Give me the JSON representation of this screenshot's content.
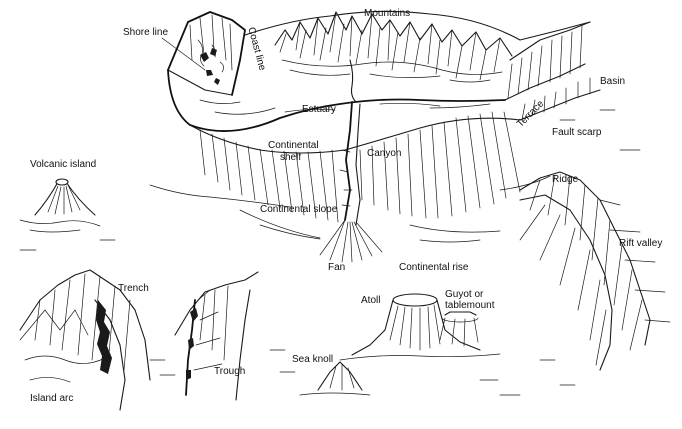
{
  "labels": {
    "mountains": "Mountains",
    "shore_line": "Shore line",
    "coast_line": "Coast line",
    "basin": "Basin",
    "estuary": "Estuary",
    "terrace": "Terrace",
    "fault_scarp": "Fault scarp",
    "continental_shelf_1": "Continental",
    "continental_shelf_2": "shelf",
    "canyon": "Canyon",
    "volcanic_island": "Volcanic island",
    "ridge": "Ridge",
    "continental_slope": "Continental slope",
    "rift_valley": "Rift valley",
    "fan": "Fan",
    "continental_rise": "Continental rise",
    "trench": "Trench",
    "atoll": "Atoll",
    "guyot_1": "Guyot or",
    "guyot_2": "tablemount",
    "sea_knoll": "Sea knoll",
    "trough": "Trough",
    "island_arc": "Island arc"
  },
  "colors": {
    "ink": "#1a1a1a",
    "background": "#ffffff"
  }
}
